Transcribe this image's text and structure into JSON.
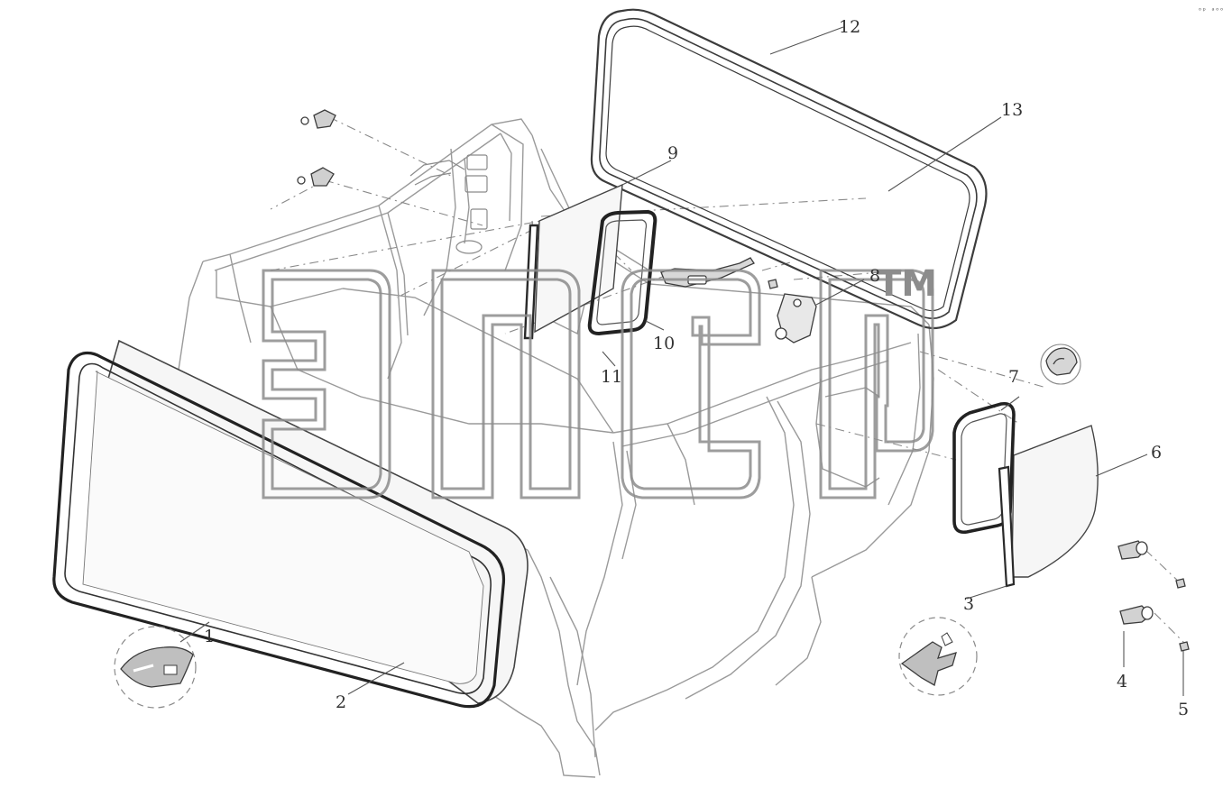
{
  "diagram": {
    "colors": {
      "line": "#3c3c3c",
      "cab_line": "#9a9a9a",
      "dash": "#8a8a8a",
      "glass": "#f4f4f4",
      "watermark": "#8c8c8c"
    },
    "watermark": {
      "text": "эпср",
      "trademark": "TM"
    },
    "ref_code": "ᵒᵖ ᵃᵒᵒ",
    "callouts": [
      {
        "label": "1",
        "part": "windshield-retainer-clip"
      },
      {
        "label": "2",
        "part": "windshield-glass"
      },
      {
        "label": "3",
        "part": "door-glass-channel"
      },
      {
        "label": "4",
        "part": "window-bolt-bushing"
      },
      {
        "label": "5",
        "part": "window-screw"
      },
      {
        "label": "6",
        "part": "door-window-glass"
      },
      {
        "label": "7",
        "part": "window-seal-clip"
      },
      {
        "label": "8",
        "part": "vent-window-hinge"
      },
      {
        "label": "9",
        "part": "rear-vent-glass"
      },
      {
        "label": "10",
        "part": "vent-window-frame-seal"
      },
      {
        "label": "11",
        "part": "vent-glass-channel"
      },
      {
        "label": "12",
        "part": "rear-window-seal"
      },
      {
        "label": "13",
        "part": "rear-window-glass"
      }
    ]
  }
}
